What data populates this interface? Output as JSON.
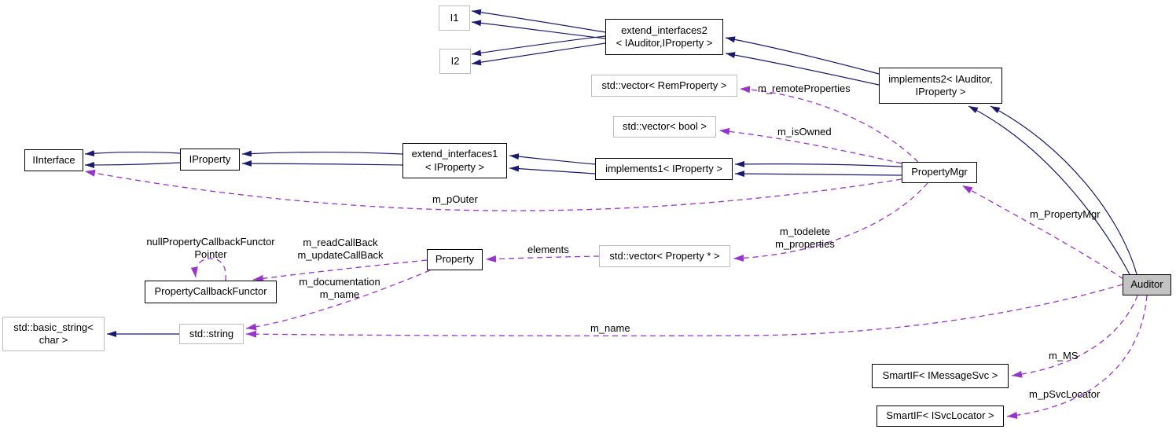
{
  "diagram": {
    "type": "collaboration-graph",
    "focus_class": "Auditor",
    "colors": {
      "inheritance_edge": "#191970",
      "usage_edge": "#9a32cd",
      "documented_border": "#000000",
      "external_border": "#bcbcbc",
      "focus_fill": "#c3c3c3",
      "node_fill": "#ffffff",
      "background": "#ffffff",
      "text": "#000000"
    },
    "nodes": [
      {
        "id": "I1",
        "label": "I1",
        "style": "external"
      },
      {
        "id": "I2",
        "label": "I2",
        "style": "external"
      },
      {
        "id": "extend_interfaces2",
        "label": "extend_interfaces2\n< IAuditor,IProperty >",
        "style": "documented"
      },
      {
        "id": "implements2",
        "label": "implements2< IAuditor,\nIProperty >",
        "style": "documented"
      },
      {
        "id": "vector_RemProperty",
        "label": "std::vector< RemProperty >",
        "style": "external"
      },
      {
        "id": "vector_bool",
        "label": "std::vector< bool >",
        "style": "external"
      },
      {
        "id": "IInterface",
        "label": "IInterface",
        "style": "documented"
      },
      {
        "id": "IProperty",
        "label": "IProperty",
        "style": "documented"
      },
      {
        "id": "extend_interfaces1",
        "label": "extend_interfaces1\n< IProperty >",
        "style": "documented"
      },
      {
        "id": "implements1",
        "label": "implements1< IProperty >",
        "style": "documented"
      },
      {
        "id": "PropertyMgr",
        "label": "PropertyMgr",
        "style": "documented"
      },
      {
        "id": "PropertyCallbackFunctor",
        "label": "PropertyCallbackFunctor",
        "style": "documented"
      },
      {
        "id": "Property",
        "label": "Property",
        "style": "documented"
      },
      {
        "id": "vector_Property_ptr",
        "label": "std::vector< Property * >",
        "style": "external"
      },
      {
        "id": "basic_string",
        "label": "std::basic_string<\nchar >",
        "style": "external"
      },
      {
        "id": "string",
        "label": "std::string",
        "style": "external"
      },
      {
        "id": "Auditor",
        "label": "Auditor",
        "style": "focus"
      },
      {
        "id": "SmartIF_IMessageSvc",
        "label": "SmartIF< IMessageSvc >",
        "style": "documented"
      },
      {
        "id": "SmartIF_ISvcLocator",
        "label": "SmartIF< ISvcLocator >",
        "style": "documented"
      }
    ],
    "edges": [
      {
        "from": "extend_interfaces2",
        "to": "I1",
        "type": "inheritance",
        "lines": 2,
        "label": ""
      },
      {
        "from": "extend_interfaces2",
        "to": "I2",
        "type": "inheritance",
        "lines": 2,
        "label": ""
      },
      {
        "from": "implements2",
        "to": "extend_interfaces2",
        "type": "inheritance",
        "lines": 2,
        "label": ""
      },
      {
        "from": "Auditor",
        "to": "implements2",
        "type": "inheritance",
        "lines": 2,
        "label": ""
      },
      {
        "from": "IProperty",
        "to": "IInterface",
        "type": "inheritance",
        "lines": 2,
        "label": ""
      },
      {
        "from": "extend_interfaces1",
        "to": "IProperty",
        "type": "inheritance",
        "lines": 2,
        "label": ""
      },
      {
        "from": "implements1",
        "to": "extend_interfaces1",
        "type": "inheritance",
        "lines": 2,
        "label": ""
      },
      {
        "from": "PropertyMgr",
        "to": "implements1",
        "type": "inheritance",
        "lines": 2,
        "label": ""
      },
      {
        "from": "string",
        "to": "basic_string",
        "type": "inheritance",
        "lines": 1,
        "label": ""
      },
      {
        "from": "PropertyMgr",
        "to": "vector_RemProperty",
        "type": "usage",
        "lines": 1,
        "label": "m_remoteProperties"
      },
      {
        "from": "PropertyMgr",
        "to": "vector_bool",
        "type": "usage",
        "lines": 1,
        "label": "m_isOwned"
      },
      {
        "from": "PropertyMgr",
        "to": "IInterface",
        "type": "usage",
        "lines": 1,
        "label": "m_pOuter"
      },
      {
        "from": "PropertyCallbackFunctor",
        "to": "PropertyCallbackFunctor",
        "type": "usage",
        "lines": 1,
        "label": "nullPropertyCallbackFunctor\nPointer"
      },
      {
        "from": "Property",
        "to": "PropertyCallbackFunctor",
        "type": "usage",
        "lines": 1,
        "label": "m_readCallBack\nm_updateCallBack"
      },
      {
        "from": "Property",
        "to": "string",
        "type": "usage",
        "lines": 1,
        "label": "m_documentation\nm_name"
      },
      {
        "from": "vector_Property_ptr",
        "to": "Property",
        "type": "usage",
        "lines": 1,
        "label": "elements"
      },
      {
        "from": "PropertyMgr",
        "to": "vector_Property_ptr",
        "type": "usage",
        "lines": 1,
        "label": "m_todelete\nm_properties"
      },
      {
        "from": "Auditor",
        "to": "PropertyMgr",
        "type": "usage",
        "lines": 1,
        "label": "m_PropertyMgr"
      },
      {
        "from": "Auditor",
        "to": "string",
        "type": "usage",
        "lines": 1,
        "label": "m_name"
      },
      {
        "from": "Auditor",
        "to": "SmartIF_IMessageSvc",
        "type": "usage",
        "lines": 1,
        "label": "m_MS"
      },
      {
        "from": "Auditor",
        "to": "SmartIF_ISvcLocator",
        "type": "usage",
        "lines": 1,
        "label": "m_pSvcLocator"
      }
    ]
  }
}
